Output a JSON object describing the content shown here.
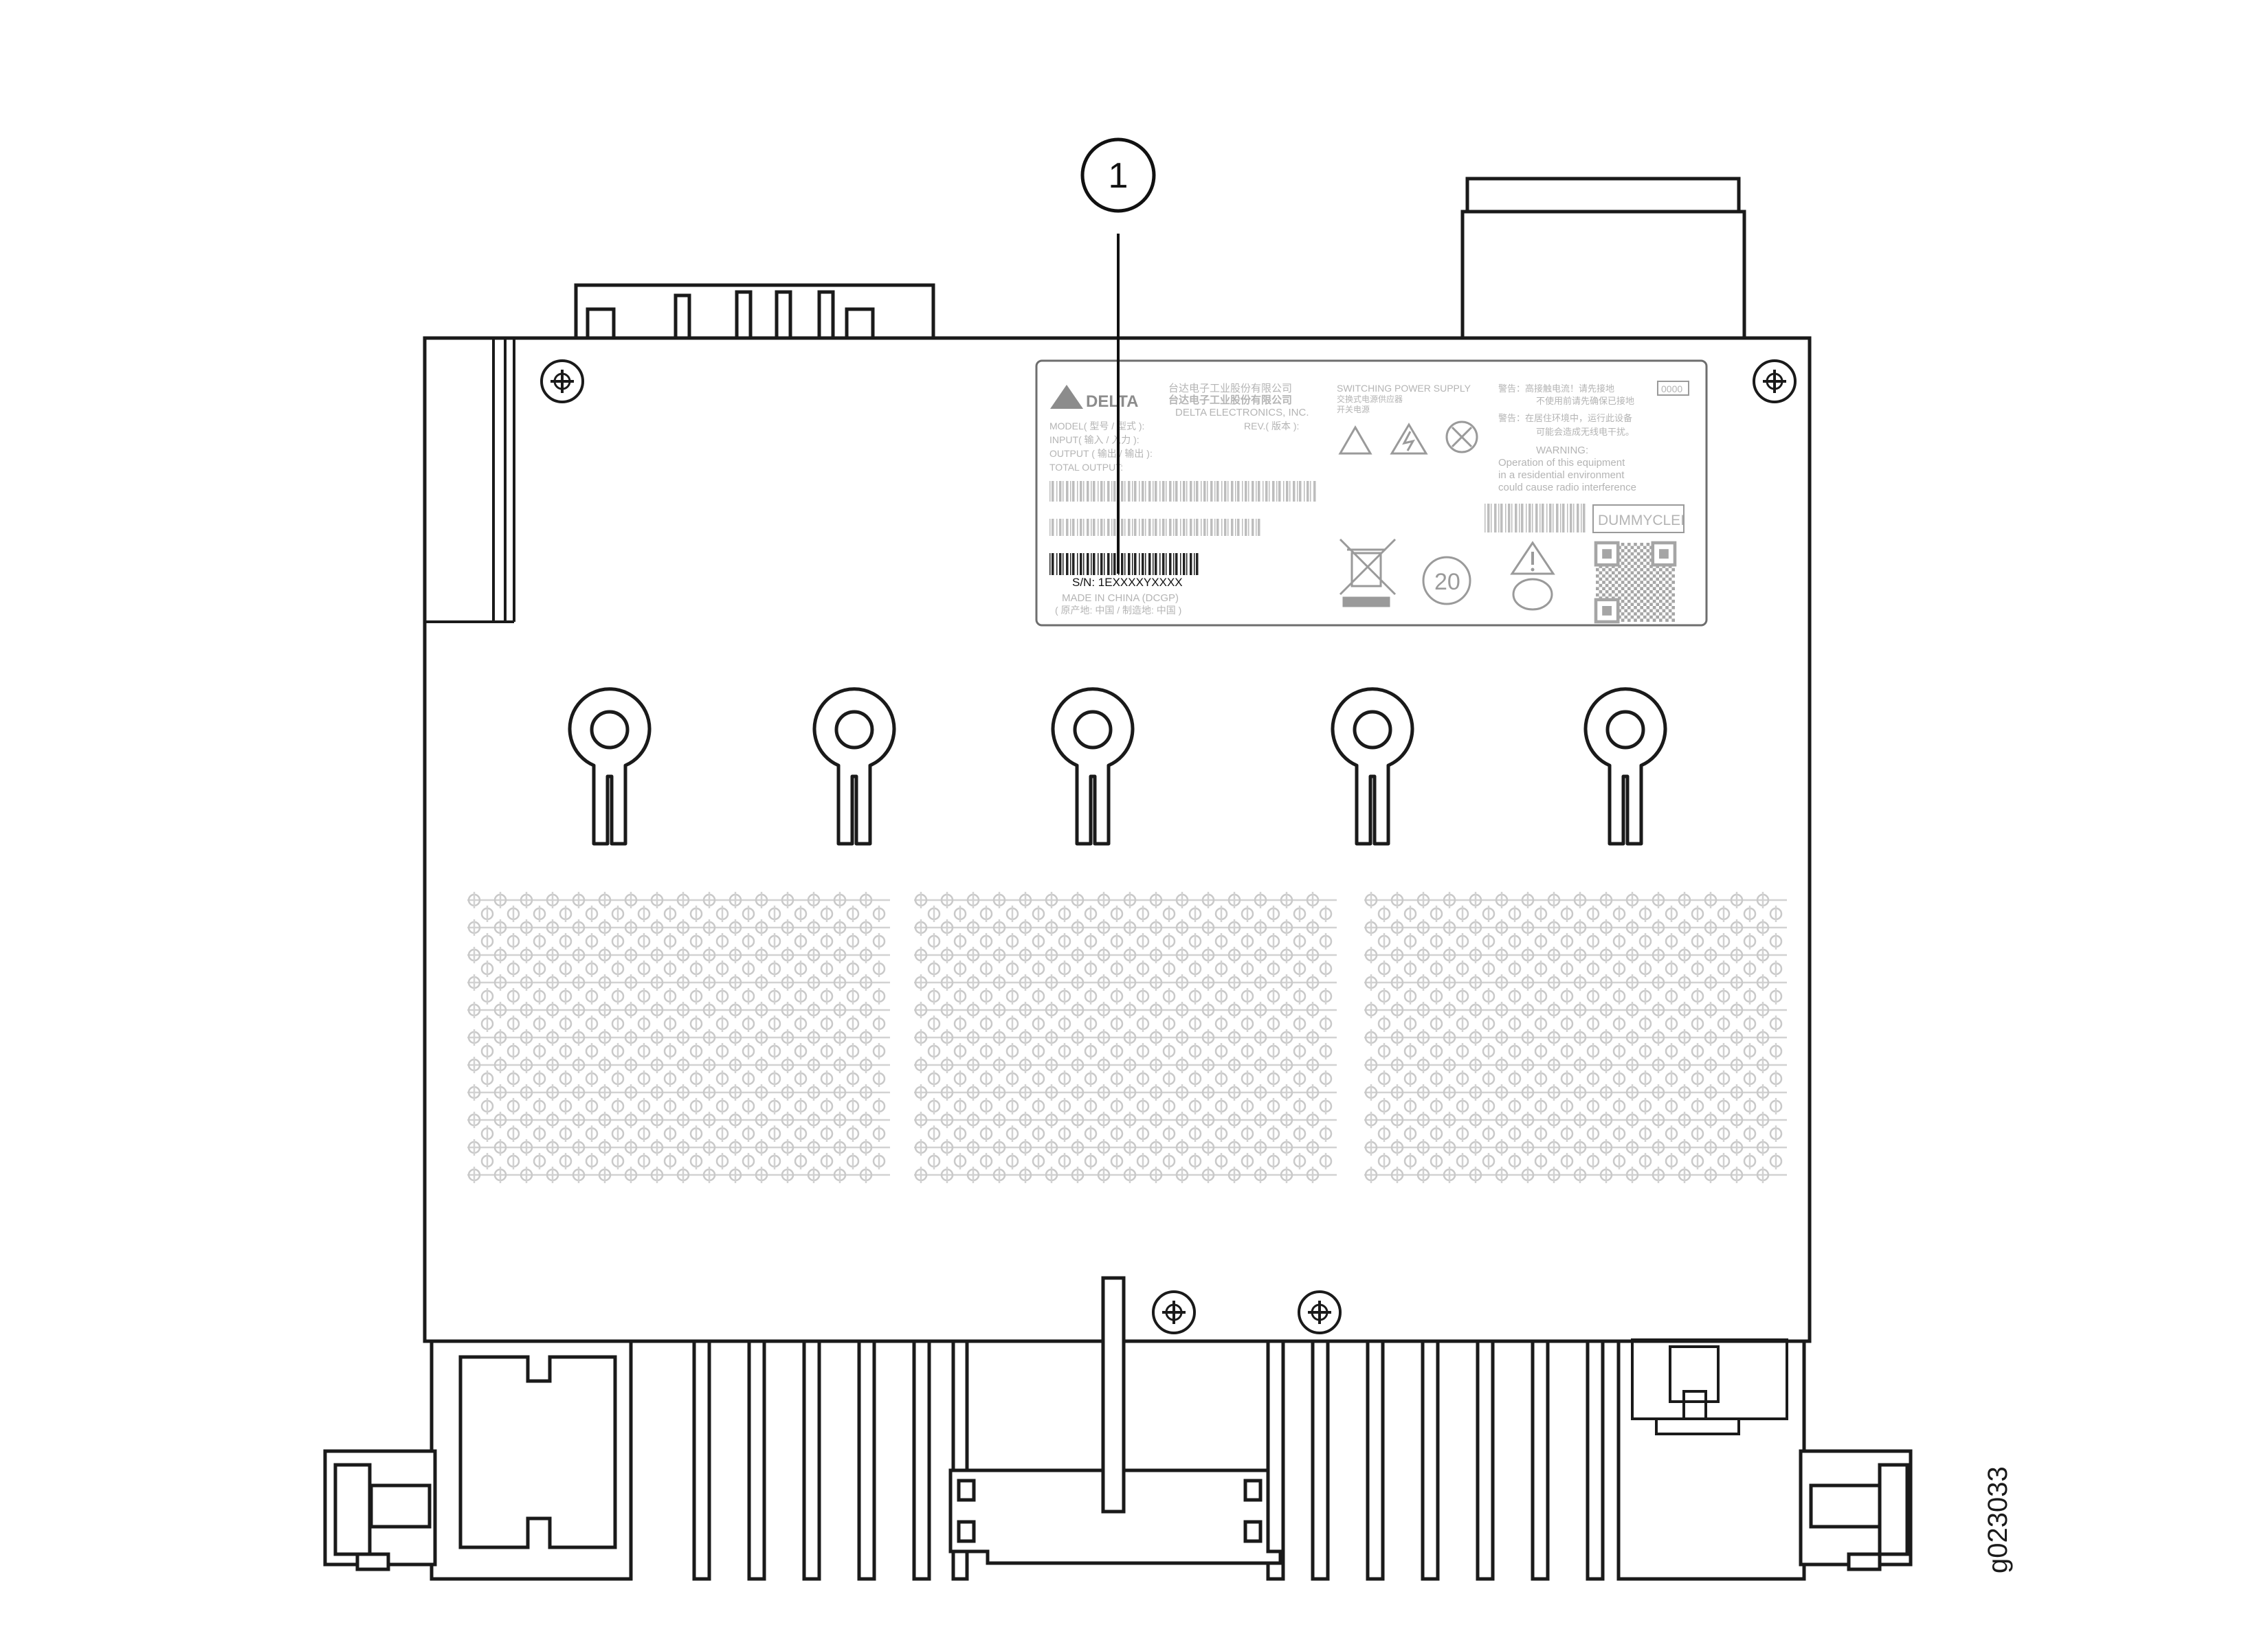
{
  "callout": {
    "number": "1"
  },
  "figure_id": "g023033",
  "label": {
    "company_cn_1": "台达电子工业股份有限公司",
    "company_cn_2": "台达电子工业股份有限公司",
    "company_en": "DELTA ELECTRONICS, INC.",
    "brand": "DELTA",
    "model": "MODEL( 型号 / 型式 ):",
    "rev": "REV.( 版本 ):",
    "input": "INPUT( 输入 / 入力 ):",
    "output": "OUTPUT ( 输出 / 输出 ):",
    "total_output": "TOTAL OUTPUT:",
    "serial": "S/N: 1EXXXXYXXXX",
    "made_in": "MADE IN CHINA (DCGP)",
    "made_in_cn": "( 原产地: 中国 / 制造地: 中国 )",
    "switching": "SWITCHING POWER SUPPLY",
    "switching_cn_1": "交换式电源供应器",
    "switching_cn_2": "开关电源",
    "warn_cn_1": "警告：高接触电流！请先接地",
    "warn_cn_2": "不使用前请先确保已接地",
    "warn_cn_3": "警告：在居住环境中，运行此设备",
    "warn_cn_4": "可能会造成无线电干扰。",
    "warning": "WARNING:",
    "warning_text_1": "Operation of this equipment",
    "warning_text_2": "in a residential environment",
    "warning_text_3": "could cause radio interference",
    "box_code": "0000",
    "clei": "DUMMYCLEI",
    "age_mark": "20"
  }
}
